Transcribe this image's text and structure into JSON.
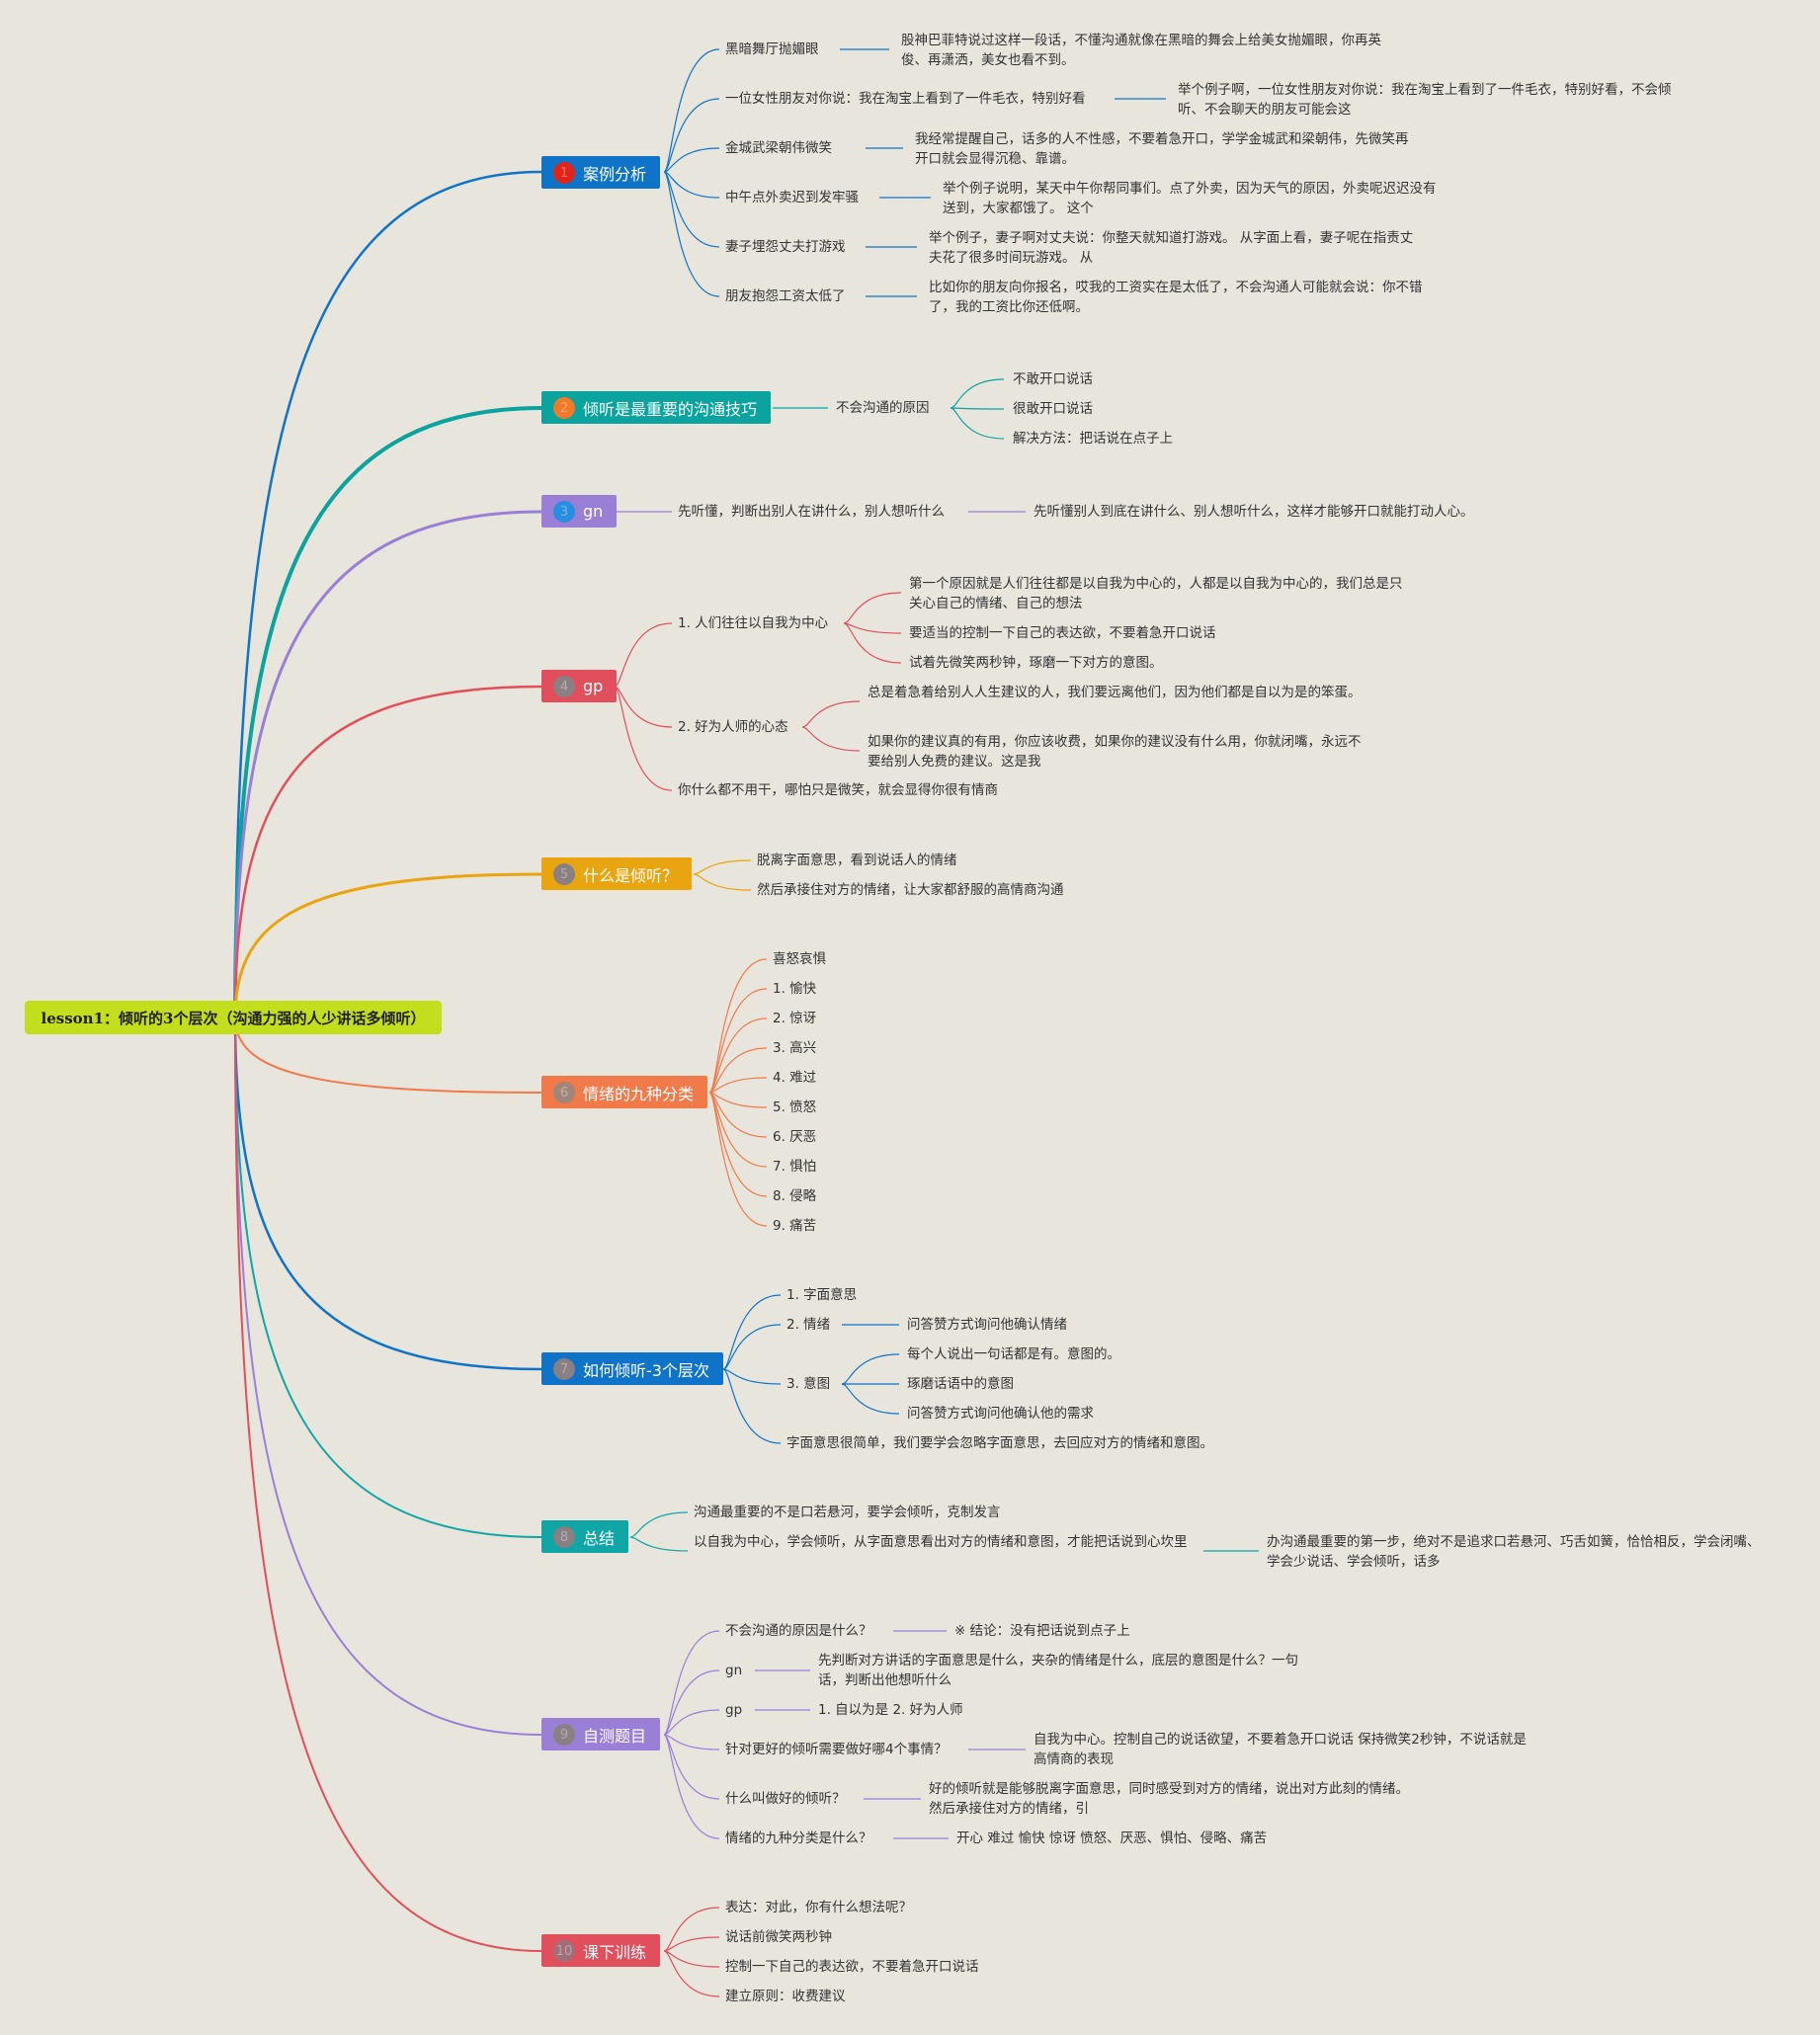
{
  "root": {
    "title": "lesson1：倾听的3个层次（沟通力强的人少讲话多倾听）"
  },
  "colors": {
    "background": "#e8e5dd",
    "root": "#c3de1c",
    "branch1": "#0f74c8",
    "branch2": "#0aa39d",
    "branch3": "#9a7fd6",
    "branch4": "#e14f5d",
    "branch5": "#e8a50f",
    "branch6": "#f07a4a",
    "branch7": "#0f74c8",
    "branch8": "#10a6a6",
    "branch9": "#9a7fd6",
    "branch10": "#e14f5d"
  },
  "branches": [
    {
      "num": "1",
      "label": "案例分析",
      "num_color": "#e02418",
      "items": [
        {
          "label": "黑暗舞厅抛媚眼",
          "note": "股神巴菲特说过这样一段话，不懂沟通就像在黑暗的舞会上给美女抛媚眼，你再英俊、再潇洒，美女也看不到。"
        },
        {
          "label": "一位女性朋友对你说：我在淘宝上看到了一件毛衣，特别好看",
          "note": "举个例子啊，一位女性朋友对你说：我在淘宝上看到了一件毛衣，特别好看，不会倾听、不会聊天的朋友可能会这"
        },
        {
          "label": "金城武梁朝伟微笑",
          "note": "我经常提醒自己，话多的人不性感，不要着急开口，学学金城武和梁朝伟，先微笑再开口就会显得沉稳、靠谱。"
        },
        {
          "label": "中午点外卖迟到发牢骚",
          "note": "举个例子说明，某天中午你帮同事们。点了外卖，因为天气的原因，外卖呢迟迟没有送到，大家都饿了。 这个"
        },
        {
          "label": "妻子埋怨丈夫打游戏",
          "note": "举个例子，妻子啊对丈夫说：你整天就知道打游戏。 从字面上看，妻子呢在指责丈夫花了很多时间玩游戏。 从"
        },
        {
          "label": "朋友抱怨工资太低了",
          "note": "比如你的朋友向你报名，哎我的工资实在是太低了，不会沟通人可能就会说：你不错了，我的工资比你还低啊。"
        }
      ]
    },
    {
      "num": "2",
      "label": "倾听是最重要的沟通技巧",
      "num_color": "#f07a2a",
      "sub": "不会沟通的原因",
      "items": [
        "不敢开口说话",
        "很敢开口说话",
        "解决方法：把话说在点子上"
      ]
    },
    {
      "num": "3",
      "label": "gn",
      "num_color": "#2a8ee0",
      "sub": "先听懂，判断出别人在讲什么，别人想听什么",
      "note": "先听懂别人到底在讲什么、别人想听什么，这样才能够开口就能打动人心。"
    },
    {
      "num": "4",
      "label": "gp",
      "num_color": "#8a7f82",
      "groups": [
        {
          "label": "1. 人们往往以自我为中心",
          "items": [
            "第一个原因就是人们往往都是以自我为中心的，人都是以自我为中心的，我们总是只关心自己的情绪、自己的想法",
            "要适当的控制一下自己的表达欲，不要着急开口说话",
            "试着先微笑两秒钟，琢磨一下对方的意图。"
          ]
        },
        {
          "label": "2. 好为人师的心态",
          "items": [
            "总是着急着给别人人生建议的人，我们要远离他们，因为他们都是自以为是的笨蛋。",
            "如果你的建议真的有用，你应该收费，如果你的建议没有什么用，你就闭嘴，永远不要给别人免费的建议。这是我"
          ]
        }
      ],
      "tail": "你什么都不用干，哪怕只是微笑，就会显得你很有情商"
    },
    {
      "num": "5",
      "label": "什么是倾听？",
      "num_color": "#8a7f82",
      "items": [
        "脱离字面意思，看到说话人的情绪",
        "然后承接住对方的情绪，让大家都舒服的高情商沟通"
      ]
    },
    {
      "num": "6",
      "label": "情绪的九种分类",
      "num_color": "#a0857a",
      "items": [
        "喜怒哀惧",
        "1. 愉快",
        "2. 惊讶",
        "3. 高兴",
        "4. 难过",
        "5. 愤怒",
        "6. 厌恶",
        "7. 惧怕",
        "8. 侵略",
        "9. 痛苦"
      ]
    },
    {
      "num": "7",
      "label": "如何倾听-3个层次",
      "num_color": "#8a7f82",
      "items": [
        {
          "label": "1. 字面意思"
        },
        {
          "label": "2. 情绪",
          "children": [
            "问答赞方式询问他确认情绪"
          ]
        },
        {
          "label": "3. 意图",
          "children": [
            "每个人说出一句话都是有。意图的。",
            "琢磨话语中的意图",
            "问答赞方式询问他确认他的需求"
          ]
        },
        {
          "label": "字面意思很简单，我们要学会忽略字面意思，去回应对方的情绪和意图。"
        }
      ]
    },
    {
      "num": "8",
      "label": "总结",
      "num_color": "#8a7f82",
      "items": [
        "沟通最重要的不是口若悬河，要学会倾听，克制发言",
        "以自我为中心，学会倾听，从字面意思看出对方的情绪和意图，才能把话说到心坎里"
      ],
      "note": "办沟通最重要的第一步，绝对不是追求口若悬河、巧舌如簧，恰恰相反，学会闭嘴、学会少说话、学会倾听，话多"
    },
    {
      "num": "9",
      "label": "自测题目",
      "num_color": "#8a7f82",
      "items": [
        {
          "q": "不会沟通的原因是什么？",
          "a": "※ 结论：没有把话说到点子上"
        },
        {
          "q": "gn",
          "a": "先判断对方讲话的字面意思是什么，夹杂的情绪是什么，底层的意图是什么？一句话，判断出他想听什么"
        },
        {
          "q": "gp",
          "a": "1. 自以为是 2. 好为人师"
        },
        {
          "q": "针对更好的倾听需要做好哪4个事情？",
          "a": "自我为中心。控制自己的说话欲望，不要着急开口说话 保持微笑2秒钟，不说话就是高情商的表现"
        },
        {
          "q": "什么叫做好的倾听？",
          "a": "好的倾听就是能够脱离字面意思，同时感受到对方的情绪，说出对方此刻的情绪。 然后承接住对方的情绪，引"
        },
        {
          "q": "情绪的九种分类是什么？",
          "a": "开心 难过 愉快 惊讶 愤怒、厌恶、惧怕、侵略、痛苦"
        }
      ]
    },
    {
      "num": "10",
      "label": "课下训练",
      "num_color": "#a0707a",
      "items": [
        "表达：对此，你有什么想法呢？",
        "说话前微笑两秒钟",
        "控制一下自己的表达欲，不要着急开口说话",
        "建立原则：收费建议"
      ]
    }
  ]
}
